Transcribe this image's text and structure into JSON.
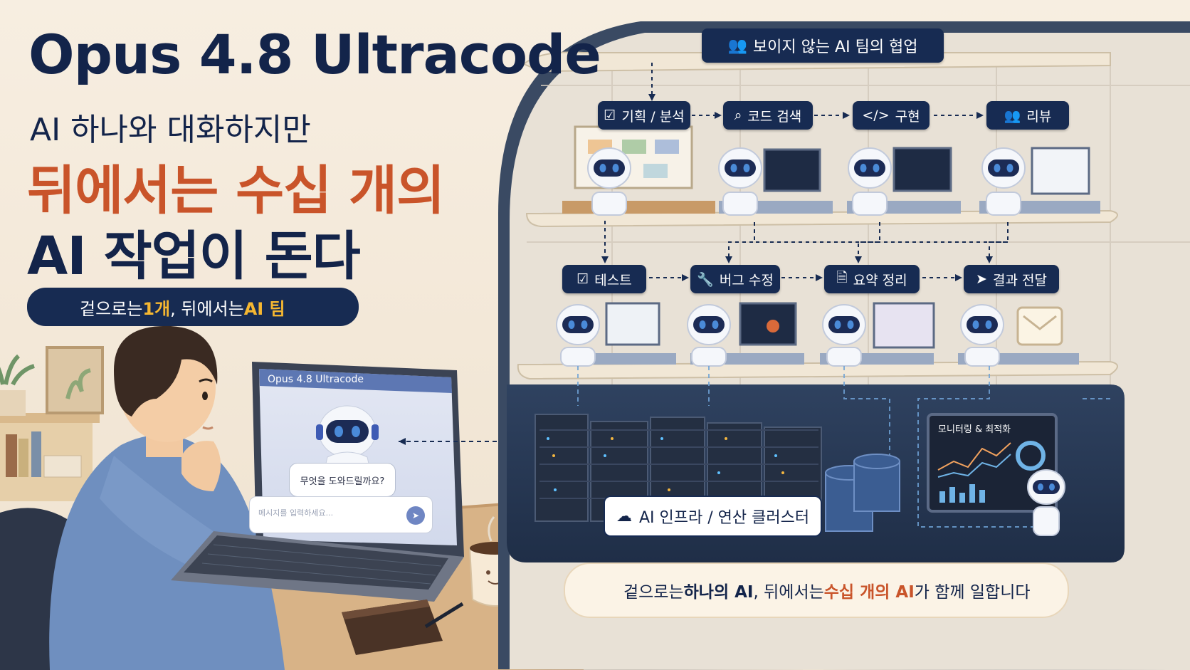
{
  "headline": {
    "title": "Opus 4.8 Ultracode",
    "line1": "AI 하나와 대화하지만",
    "line2": "뒤에서는 수십 개의",
    "line3": "AI 작업이 돈다"
  },
  "badge": {
    "part1": "겉으로는 ",
    "part2": "1개",
    "part3": ", 뒤에서는 ",
    "part4": "AI 팀"
  },
  "team_header": "보이지 않는 AI 팀의 협업",
  "stages_top": [
    "기획 / 분석",
    "코드 검색",
    "구현",
    "리뷰"
  ],
  "stages_bottom": [
    "테스트",
    "버그 수정",
    "요약 정리",
    "결과 전달"
  ],
  "laptop": {
    "window_title": "Opus 4.8 Ultracode",
    "assistant_message": "무엇을 도와드릴까요?",
    "input_placeholder": "메시지를 입력하세요..."
  },
  "infra_label": "AI 인프라 / 연산 클러스터",
  "monitor_label": "모니터링 & 최적화",
  "footer": {
    "part1": "겉으로는 ",
    "part2": "하나의 AI",
    "part3": ", 뒤에서는 ",
    "part4": "수십 개의 AI",
    "part5": "가 함께 일합니다"
  },
  "colors": {
    "navy": "#172b52",
    "accent_orange": "#c9542a",
    "highlight_yellow": "#f5b731",
    "background": "#f3e9da"
  }
}
